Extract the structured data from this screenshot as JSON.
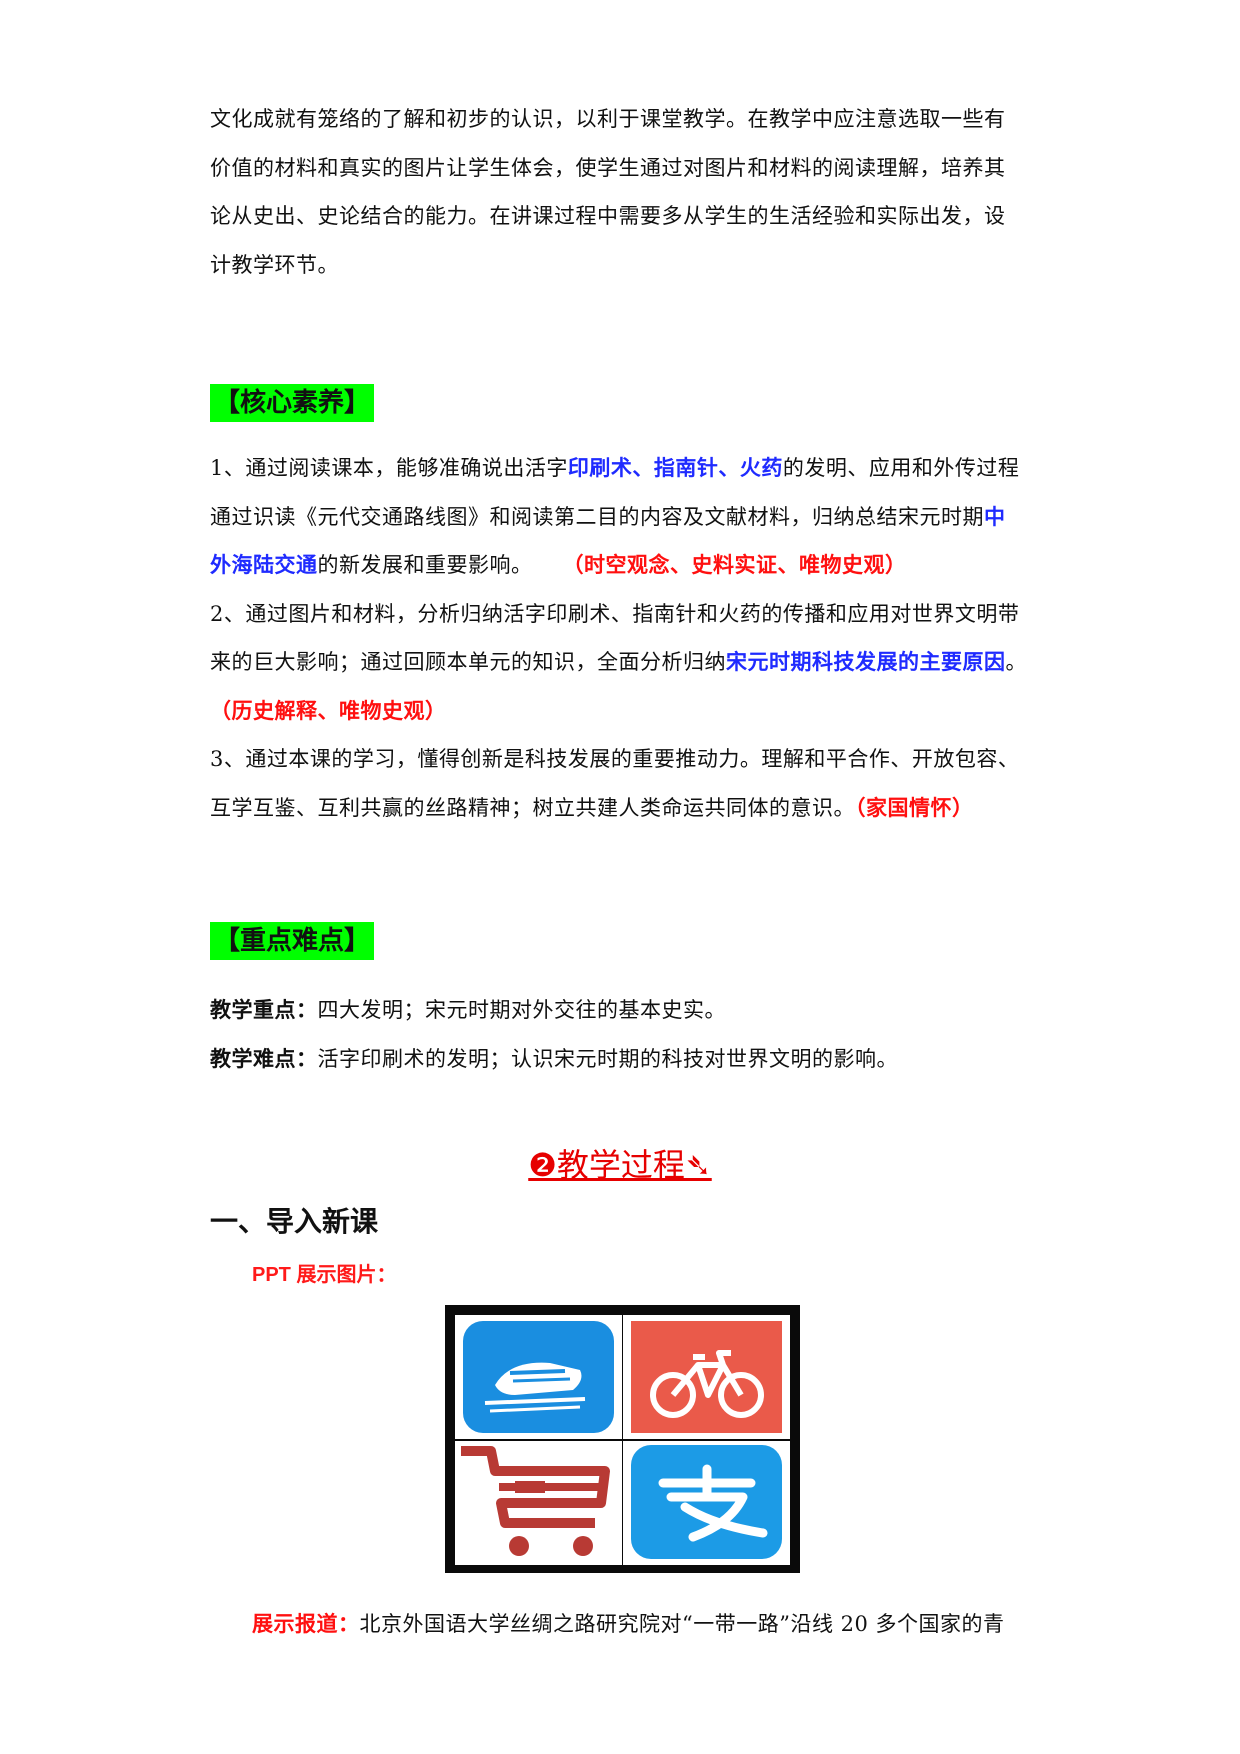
{
  "intro": {
    "lines": [
      "文化成就有笼络的了解和初步的认识，以利于课堂教学。在教学中应注意选取一些有",
      "价值的材料和真实的图片让学生体会，使学生通过对图片和材料的阅读理解，培养其",
      "论从史出、史论结合的能力。在讲课过程中需要多从学生的生活经验和实际出发，设",
      "计教学环节。"
    ]
  },
  "core": {
    "heading": "【核心素养】",
    "p1_a": "1、通过阅读课本，能够准确说出活字",
    "p1_b": "印刷术、指南针、火药",
    "p1_c": "的发明、应用和外传过程",
    "p1_line2_a": "通过识读《元代交通路线图》和阅读第二目的内容及文献材料，归纳总结宋元时期",
    "p1_line2_b": "中",
    "p1_line3_a": "外海陆交通",
    "p1_line3_b": "的新发展和重要影响。",
    "p1_tag": "（时空观念、史料实证、唯物史观）",
    "p2_line1": "2、通过图片和材料，分析归纳活字印刷术、指南针和火药的传播和应用对世界文明带",
    "p2_line2_a": "来的巨大影响；通过回顾本单元的知识，全面分析归纳",
    "p2_line2_b": "宋元时期科技发展的主要原因",
    "p2_line2_c": "。",
    "p2_tag": "（历史解释、唯物史观）",
    "p3_line1": "3、通过本课的学习，懂得创新是科技发展的重要推动力。理解和平合作、开放包容、",
    "p3_line2": "互学互鉴、互利共赢的丝路精神；树立共建人类命运共同体的意识。",
    "p3_tag": "（家国情怀）"
  },
  "keypoints": {
    "heading": "【重点难点】",
    "focus_label": "教学重点：",
    "focus_text": "四大发明；宋元时期对外交往的基本史实。",
    "difficulty_label": "教学难点：",
    "difficulty_text": "活字印刷术的发明；认识宋元时期的科技对世界文明的影响。"
  },
  "process": {
    "title": "❷教学过程➴",
    "section1": "一、导入新课",
    "ppt_label": "PPT 展示图片：",
    "report_label": "展示报道：",
    "report_text": "北京外国语大学丝绸之路研究院对“一带一路”沿线 20 多个国家的青"
  },
  "icons": [
    "high-speed-rail-icon",
    "shared-bicycle-icon",
    "shopping-cart-icon",
    "alipay-icon"
  ],
  "colors": {
    "highlight": "#00ff00",
    "blue": "#1f2bff",
    "red": "#ff1010"
  }
}
